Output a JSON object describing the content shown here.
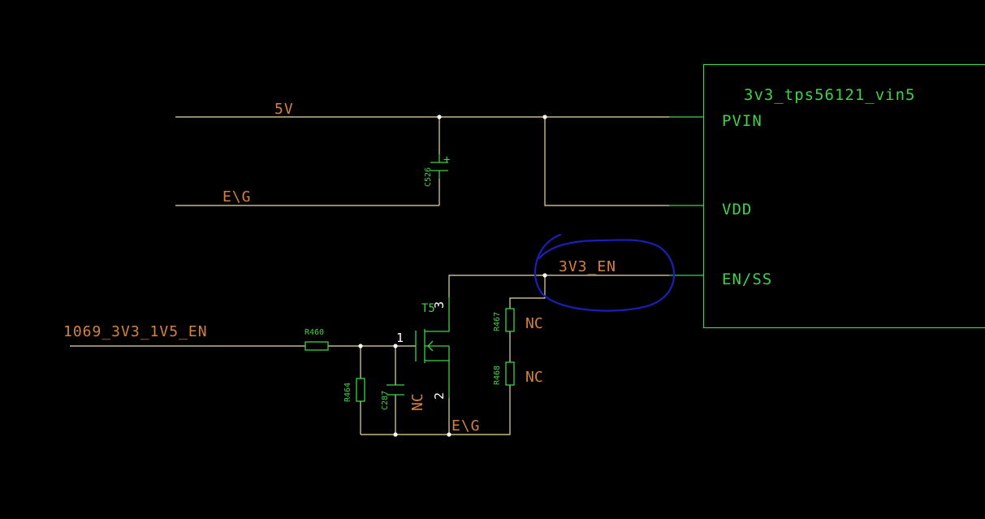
{
  "colors": {
    "background": "#000000",
    "wire": "#e8dca0",
    "component": "#3fd14a",
    "net_label": "#d4823c",
    "annotation": "#1a1fb8"
  },
  "ic": {
    "name": "3v3_tps56121_vin5",
    "pins": {
      "pvin": "PVIN",
      "vdd": "VDD",
      "en_ss": "EN/SS"
    }
  },
  "nets": {
    "five_v": "5V",
    "gnd_top": "E\\G",
    "en": "3V3_EN",
    "input": "1069_3V3_1V5_EN",
    "gnd_bottom": "E\\G"
  },
  "components": {
    "c526": "C526",
    "c526_polarity": "+",
    "r460": "R460",
    "r464": "R464",
    "c287": "C287",
    "c287_value": "NC",
    "r467": "R467",
    "r467_value": "NC",
    "r468": "R468",
    "r468_value": "NC",
    "t5": "T5",
    "t5_pin1": "1",
    "t5_pin2": "2",
    "t5_pin3": "3"
  }
}
